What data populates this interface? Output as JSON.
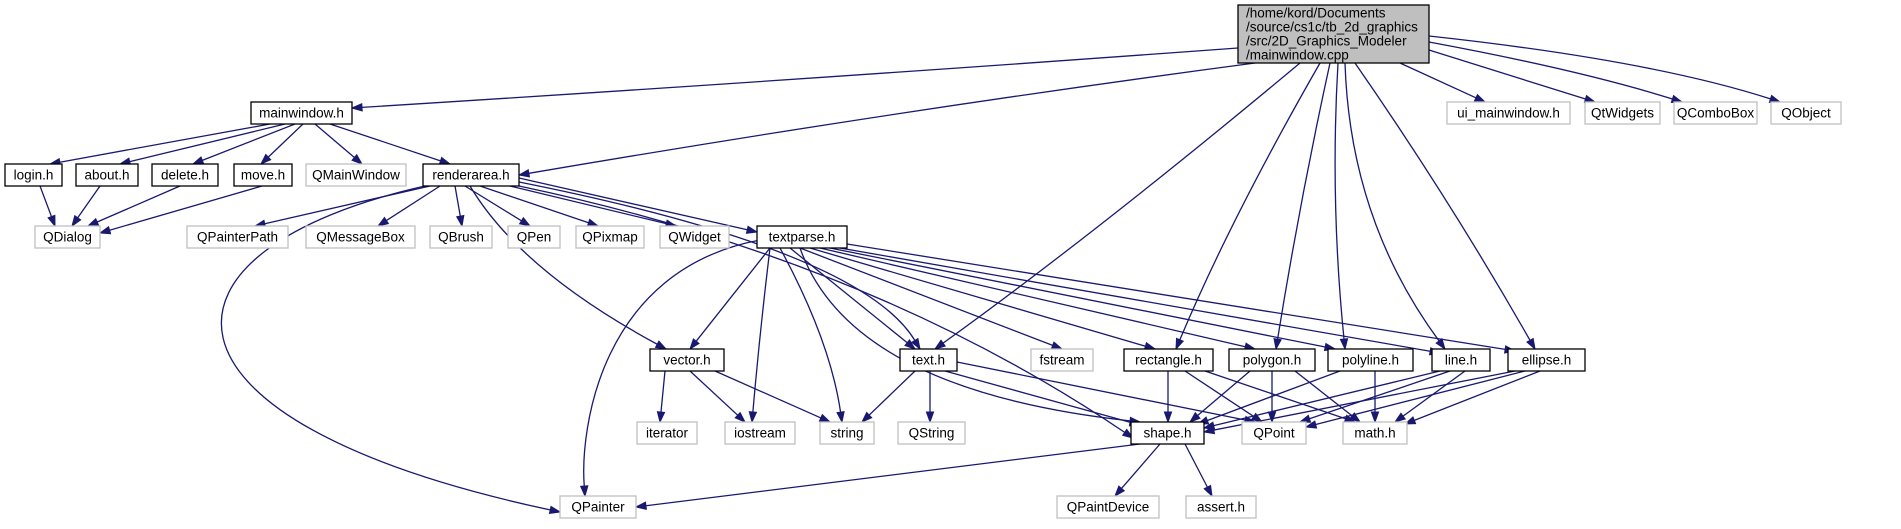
{
  "diagram": {
    "colors": {
      "edge": "#191970",
      "node_border_local": "#000000",
      "node_border_external": "#bfbfbf",
      "node_fill_root": "#bfbfbf",
      "node_fill_default": "#ffffff"
    },
    "nodes": [
      {
        "id": "root",
        "label": "/home/kord/Documents\n/source/cs1c/tb_2d_graphics\n/src/2D_Graphics_Modeler\n/mainwindow.cpp",
        "kind": "root"
      },
      {
        "id": "mainwindow_h",
        "label": "mainwindow.h",
        "kind": "local"
      },
      {
        "id": "ui_mainwindow_h",
        "label": "ui_mainwindow.h",
        "kind": "external"
      },
      {
        "id": "qtwidgets",
        "label": "QtWidgets",
        "kind": "external"
      },
      {
        "id": "qcombobox",
        "label": "QComboBox",
        "kind": "external"
      },
      {
        "id": "qobject",
        "label": "QObject",
        "kind": "external"
      },
      {
        "id": "login_h",
        "label": "login.h",
        "kind": "local"
      },
      {
        "id": "about_h",
        "label": "about.h",
        "kind": "local"
      },
      {
        "id": "delete_h",
        "label": "delete.h",
        "kind": "local"
      },
      {
        "id": "move_h",
        "label": "move.h",
        "kind": "local"
      },
      {
        "id": "qmainwindow",
        "label": "QMainWindow",
        "kind": "external"
      },
      {
        "id": "renderarea_h",
        "label": "renderarea.h",
        "kind": "local"
      },
      {
        "id": "qdialog",
        "label": "QDialog",
        "kind": "external"
      },
      {
        "id": "qpainterpath",
        "label": "QPainterPath",
        "kind": "external"
      },
      {
        "id": "qmessagebox",
        "label": "QMessageBox",
        "kind": "external"
      },
      {
        "id": "qbrush",
        "label": "QBrush",
        "kind": "external"
      },
      {
        "id": "qpen",
        "label": "QPen",
        "kind": "external"
      },
      {
        "id": "qpixmap",
        "label": "QPixmap",
        "kind": "external"
      },
      {
        "id": "qwidget",
        "label": "QWidget",
        "kind": "external"
      },
      {
        "id": "textparse_h",
        "label": "textparse.h",
        "kind": "local"
      },
      {
        "id": "vector_h",
        "label": "vector.h",
        "kind": "local"
      },
      {
        "id": "text_h",
        "label": "text.h",
        "kind": "local"
      },
      {
        "id": "fstream",
        "label": "fstream",
        "kind": "external"
      },
      {
        "id": "rectangle_h",
        "label": "rectangle.h",
        "kind": "local"
      },
      {
        "id": "polygon_h",
        "label": "polygon.h",
        "kind": "local"
      },
      {
        "id": "polyline_h",
        "label": "polyline.h",
        "kind": "local"
      },
      {
        "id": "line_h",
        "label": "line.h",
        "kind": "local"
      },
      {
        "id": "ellipse_h",
        "label": "ellipse.h",
        "kind": "local"
      },
      {
        "id": "iterator",
        "label": "iterator",
        "kind": "external"
      },
      {
        "id": "iostream",
        "label": "iostream",
        "kind": "external"
      },
      {
        "id": "string",
        "label": "string",
        "kind": "external"
      },
      {
        "id": "qstring",
        "label": "QString",
        "kind": "external"
      },
      {
        "id": "shape_h",
        "label": "shape.h",
        "kind": "local"
      },
      {
        "id": "qpoint",
        "label": "QPoint",
        "kind": "external"
      },
      {
        "id": "math_h",
        "label": "math.h",
        "kind": "external"
      },
      {
        "id": "qpainter",
        "label": "QPainter",
        "kind": "external"
      },
      {
        "id": "qpaintdevice",
        "label": "QPaintDevice",
        "kind": "external"
      },
      {
        "id": "assert_h",
        "label": "assert.h",
        "kind": "external"
      }
    ],
    "edges": [
      [
        "root",
        "mainwindow_h"
      ],
      [
        "root",
        "renderarea_h"
      ],
      [
        "root",
        "text_h"
      ],
      [
        "root",
        "rectangle_h"
      ],
      [
        "root",
        "polygon_h"
      ],
      [
        "root",
        "polyline_h"
      ],
      [
        "root",
        "line_h"
      ],
      [
        "root",
        "ellipse_h"
      ],
      [
        "root",
        "ui_mainwindow_h"
      ],
      [
        "root",
        "qtwidgets"
      ],
      [
        "root",
        "qcombobox"
      ],
      [
        "root",
        "qobject"
      ],
      [
        "mainwindow_h",
        "login_h"
      ],
      [
        "mainwindow_h",
        "about_h"
      ],
      [
        "mainwindow_h",
        "delete_h"
      ],
      [
        "mainwindow_h",
        "move_h"
      ],
      [
        "mainwindow_h",
        "qmainwindow"
      ],
      [
        "mainwindow_h",
        "renderarea_h"
      ],
      [
        "login_h",
        "qdialog"
      ],
      [
        "about_h",
        "qdialog"
      ],
      [
        "delete_h",
        "qdialog"
      ],
      [
        "move_h",
        "qdialog"
      ],
      [
        "renderarea_h",
        "qpainterpath"
      ],
      [
        "renderarea_h",
        "qmessagebox"
      ],
      [
        "renderarea_h",
        "qbrush"
      ],
      [
        "renderarea_h",
        "qpen"
      ],
      [
        "renderarea_h",
        "qpixmap"
      ],
      [
        "renderarea_h",
        "qwidget"
      ],
      [
        "renderarea_h",
        "textparse_h"
      ],
      [
        "renderarea_h",
        "vector_h"
      ],
      [
        "renderarea_h",
        "text_h"
      ],
      [
        "renderarea_h",
        "shape_h"
      ],
      [
        "renderarea_h",
        "qpainter"
      ],
      [
        "textparse_h",
        "vector_h"
      ],
      [
        "textparse_h",
        "text_h"
      ],
      [
        "textparse_h",
        "iostream"
      ],
      [
        "textparse_h",
        "string"
      ],
      [
        "textparse_h",
        "fstream"
      ],
      [
        "textparse_h",
        "rectangle_h"
      ],
      [
        "textparse_h",
        "polygon_h"
      ],
      [
        "textparse_h",
        "polyline_h"
      ],
      [
        "textparse_h",
        "line_h"
      ],
      [
        "textparse_h",
        "ellipse_h"
      ],
      [
        "textparse_h",
        "shape_h"
      ],
      [
        "textparse_h",
        "qpainter"
      ],
      [
        "vector_h",
        "iterator"
      ],
      [
        "vector_h",
        "iostream"
      ],
      [
        "vector_h",
        "string"
      ],
      [
        "text_h",
        "string"
      ],
      [
        "text_h",
        "qstring"
      ],
      [
        "text_h",
        "shape_h"
      ],
      [
        "text_h",
        "qpoint"
      ],
      [
        "rectangle_h",
        "shape_h"
      ],
      [
        "rectangle_h",
        "qpoint"
      ],
      [
        "rectangle_h",
        "math_h"
      ],
      [
        "polygon_h",
        "shape_h"
      ],
      [
        "polygon_h",
        "qpoint"
      ],
      [
        "polygon_h",
        "math_h"
      ],
      [
        "polyline_h",
        "shape_h"
      ],
      [
        "polyline_h",
        "math_h"
      ],
      [
        "line_h",
        "shape_h"
      ],
      [
        "line_h",
        "qpoint"
      ],
      [
        "line_h",
        "math_h"
      ],
      [
        "ellipse_h",
        "shape_h"
      ],
      [
        "ellipse_h",
        "qpoint"
      ],
      [
        "ellipse_h",
        "math_h"
      ],
      [
        "shape_h",
        "qpainter"
      ],
      [
        "shape_h",
        "qpaintdevice"
      ],
      [
        "shape_h",
        "assert_h"
      ]
    ]
  }
}
